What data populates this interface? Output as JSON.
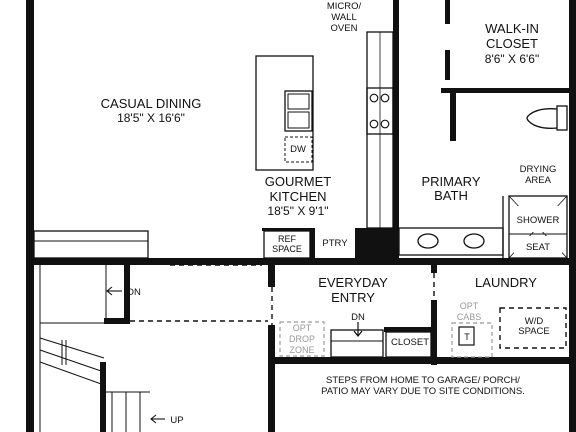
{
  "rooms": {
    "casual_dining": {
      "name": "CASUAL DINING",
      "size": "18'5\" X 16'6\""
    },
    "gourmet_kitchen": {
      "name_line1": "GOURMET",
      "name_line2": "KITCHEN",
      "size": "18'5\" X 9'1\""
    },
    "walk_in_closet": {
      "name_line1": "WALK-IN",
      "name_line2": "CLOSET",
      "size": "8'6\" X 6'6\""
    },
    "primary_bath": {
      "name_line1": "PRIMARY",
      "name_line2": "BATH"
    },
    "everyday_entry": {
      "name_line1": "EVERYDAY",
      "name_line2": "ENTRY"
    },
    "laundry": {
      "name": "LAUNDRY"
    }
  },
  "labels": {
    "micro_line1": "MICRO/",
    "micro_line2": "WALL",
    "micro_line3": "OVEN",
    "dw": "DW",
    "ref_line1": "REF",
    "ref_line2": "SPACE",
    "ptry": "PTRY",
    "drying_line1": "DRYING",
    "drying_line2": "AREA",
    "shower": "SHOWER",
    "seat": "SEAT",
    "opt_cabs_line1": "OPT",
    "opt_cabs_line2": "CABS",
    "wd_line1": "W/D",
    "wd_line2": "SPACE",
    "opt_drop_line1": "OPT",
    "opt_drop_line2": "DROP",
    "opt_drop_line3": "ZONE",
    "closet": "CLOSET",
    "dn_entry": "DN",
    "dn_stair": "DN",
    "up_stair": "UP",
    "cab_t": "T"
  },
  "note": {
    "line1": "STEPS FROM HOME TO GARAGE/ PORCH/",
    "line2": "PATIO MAY VARY DUE TO SITE CONDITIONS."
  }
}
